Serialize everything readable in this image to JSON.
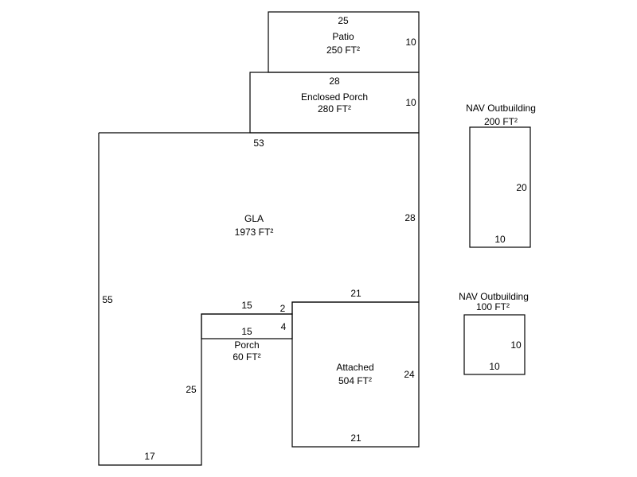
{
  "areas": {
    "patio": {
      "name": "Patio",
      "area": "250 FT²"
    },
    "enclosed_porch": {
      "name": "Enclosed Porch",
      "area": "280 FT²"
    },
    "gla": {
      "name": "GLA",
      "area": "1973 FT²"
    },
    "porch": {
      "name": "Porch",
      "area": "60 FT²"
    },
    "attached": {
      "name": "Attached",
      "area": "504 FT²"
    },
    "nav_outbuilding_1": {
      "name": "NAV Outbuilding",
      "area": "200 FT²"
    },
    "nav_outbuilding_2": {
      "name": "NAV Outbuilding",
      "area": "100 FT²"
    }
  },
  "dimensions": {
    "patio_top": "25",
    "patio_right": "10",
    "enclosed_porch_top": "28",
    "enclosed_porch_right": "10",
    "gla_top": "53",
    "gla_right": "28",
    "gla_left": "55",
    "gla_bottom": "17",
    "gla_inner_right": "25",
    "porch_top": "15",
    "porch_bottom": "15",
    "porch_step": "2",
    "porch_side": "4",
    "attached_top": "21",
    "attached_right": "24",
    "attached_bottom": "21",
    "nav1_side": "20",
    "nav1_bottom": "10",
    "nav2_side": "10",
    "nav2_bottom": "10"
  }
}
